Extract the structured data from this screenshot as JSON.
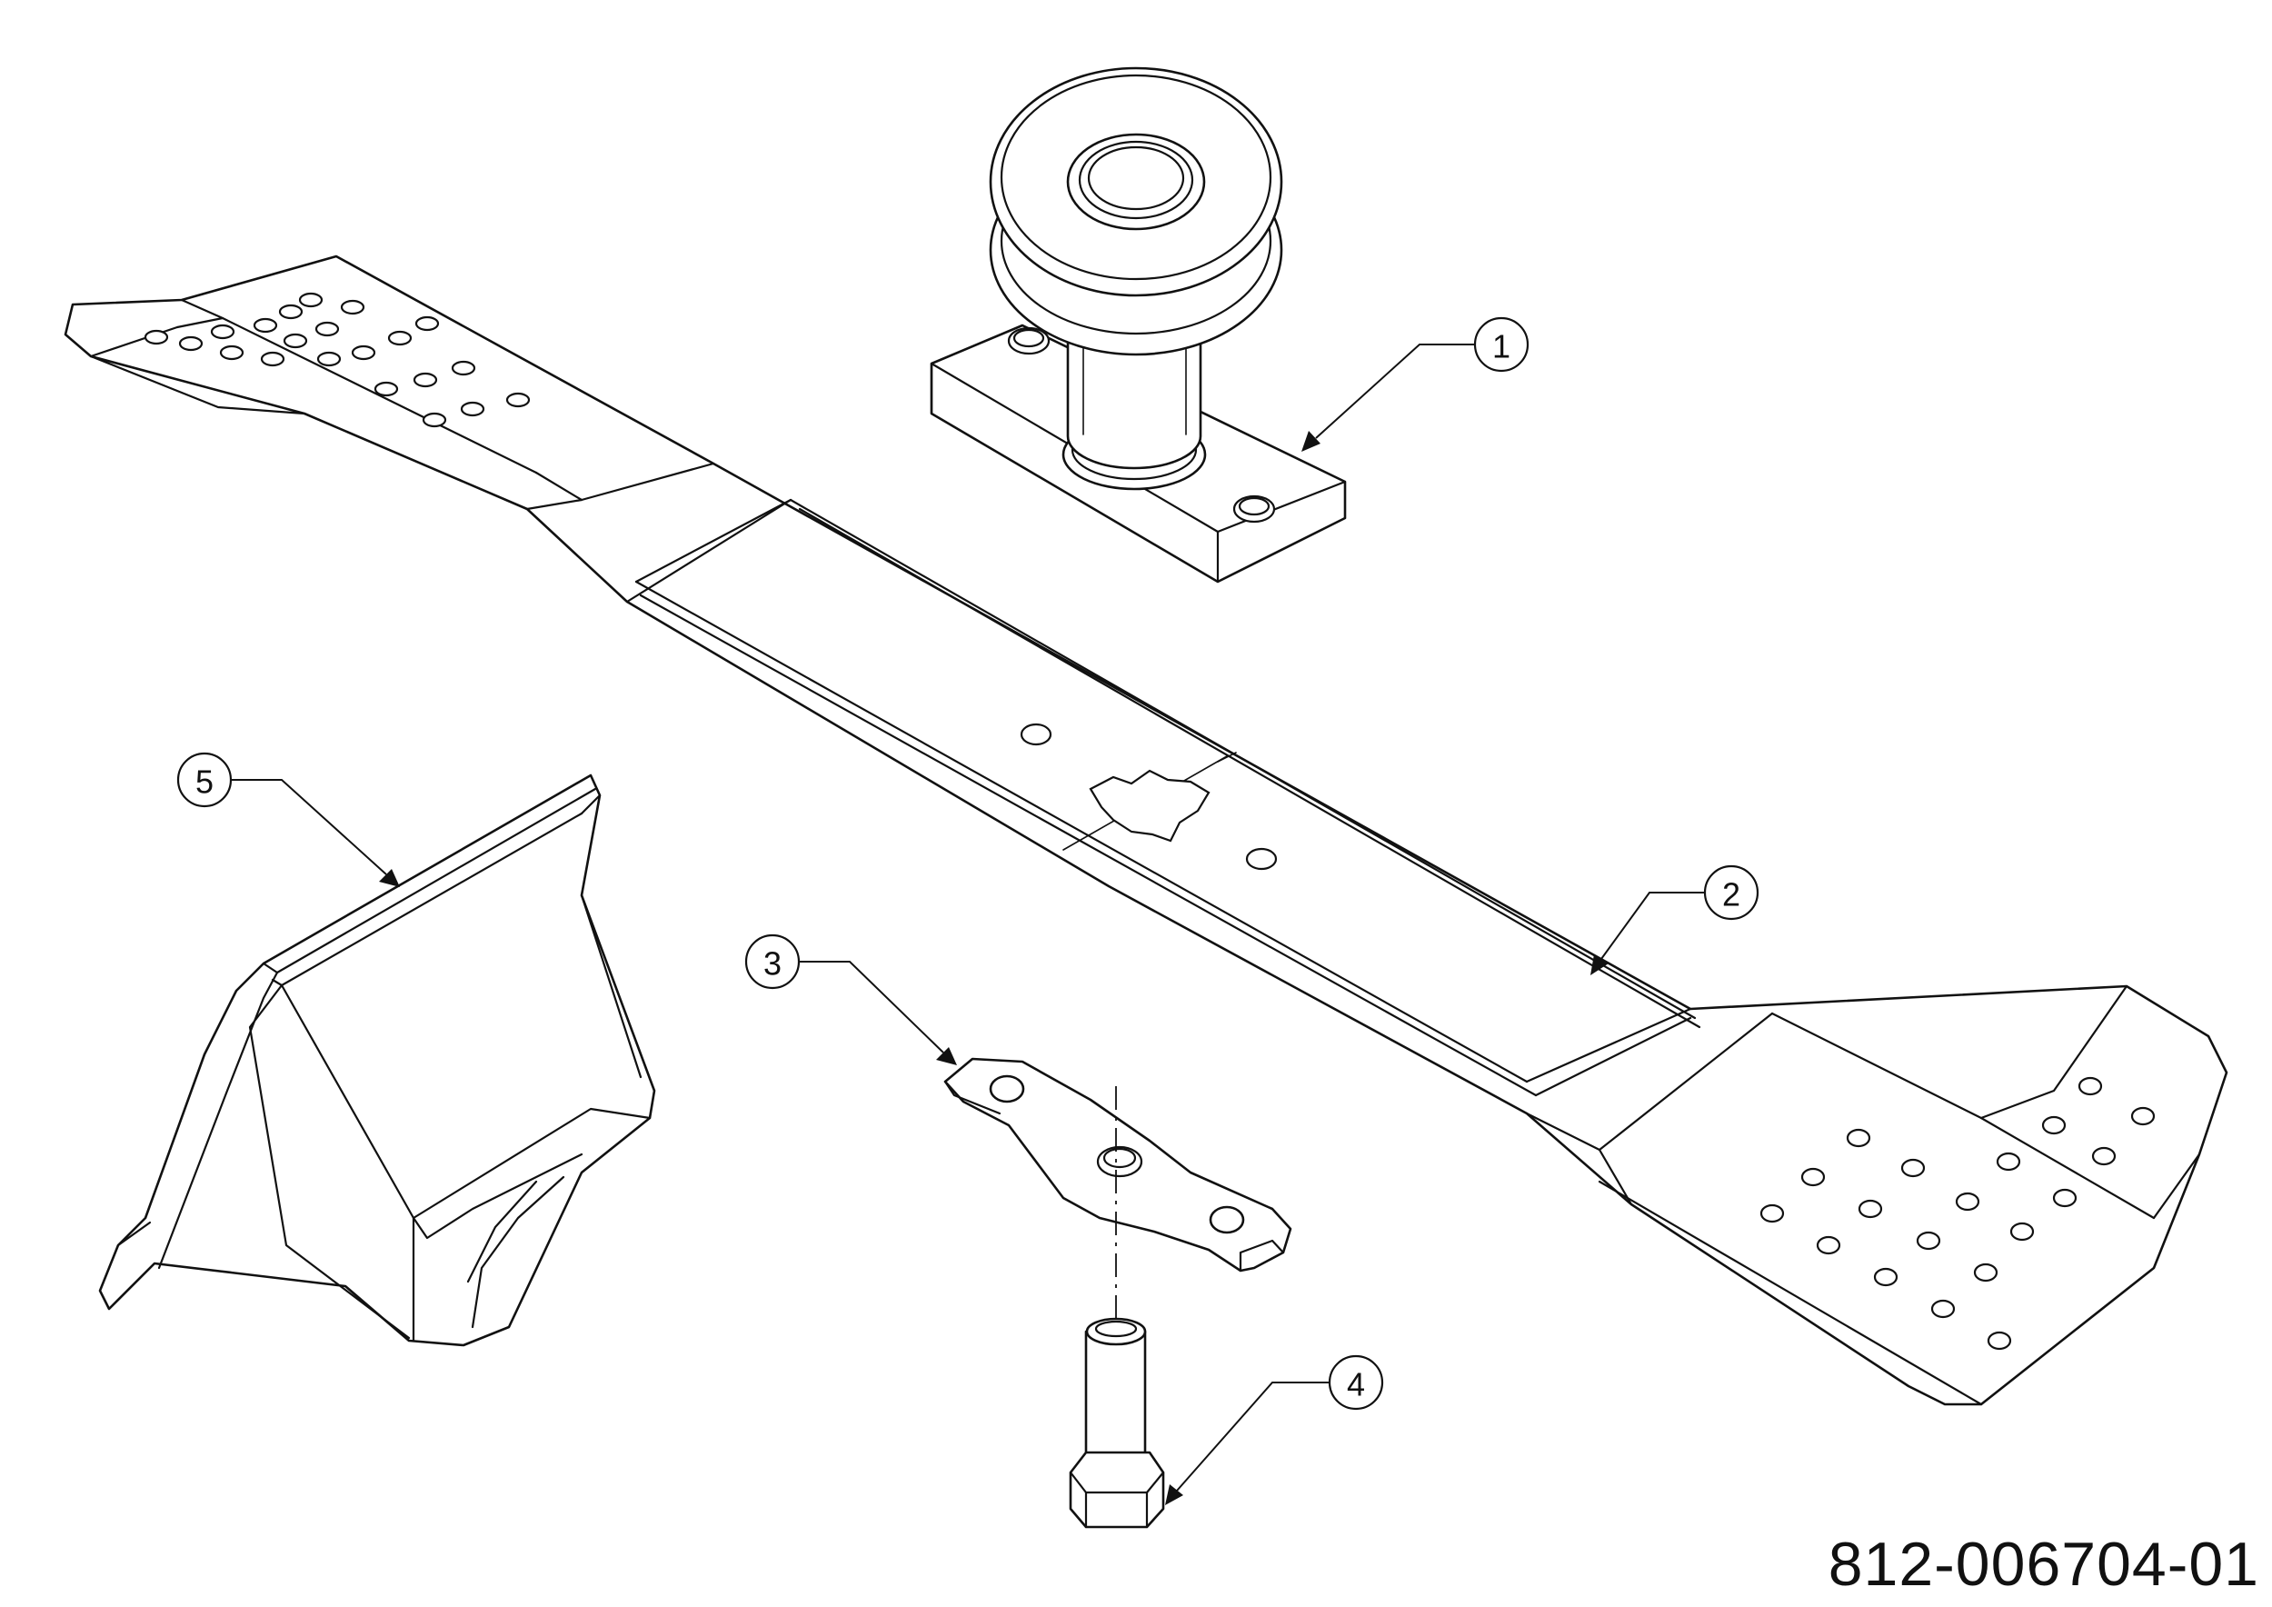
{
  "drawing_number": "812-006704-01",
  "callouts": [
    {
      "label": "1",
      "part": "blade-spindle-pulley"
    },
    {
      "label": "2",
      "part": "mower-blade"
    },
    {
      "label": "3",
      "part": "blade-adapter"
    },
    {
      "label": "4",
      "part": "hex-bolt"
    },
    {
      "label": "5",
      "part": "deflector-chute"
    }
  ]
}
